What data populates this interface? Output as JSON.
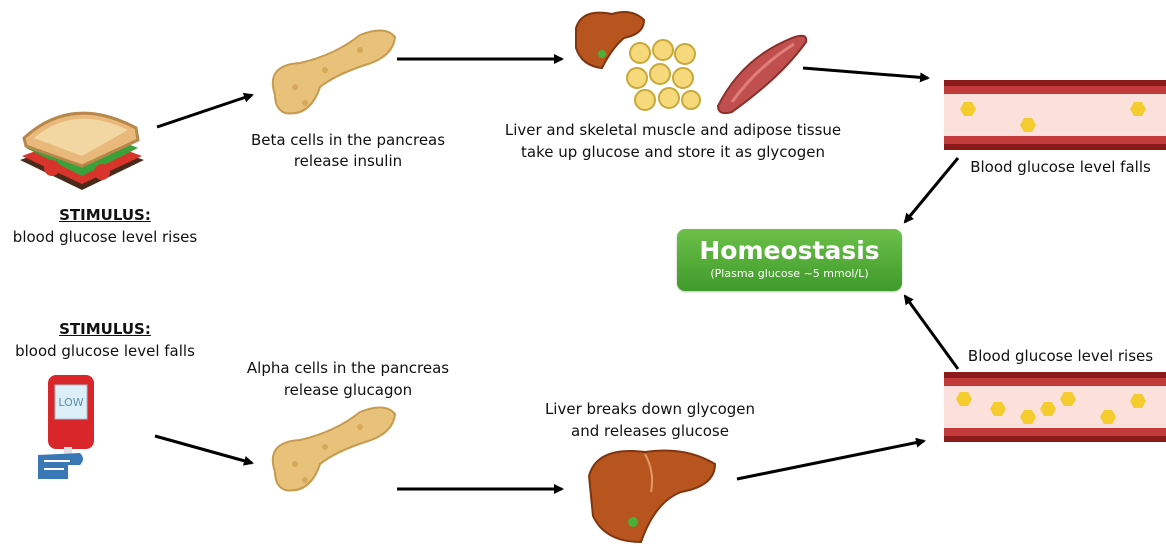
{
  "top_path": {
    "stimulus_heading": "STIMULUS:",
    "stimulus_text": "blood glucose level rises",
    "pancreas_line1": "Beta cells in the pancreas",
    "pancreas_line2": "release insulin",
    "tissue_line1": "Liver and skeletal muscle and adipose tissue",
    "tissue_line2": "take up glucose and store it as glycogen",
    "result": "Blood glucose level falls"
  },
  "bottom_path": {
    "stimulus_heading": "STIMULUS:",
    "stimulus_text": "blood glucose level falls",
    "meter_display": "LOW",
    "pancreas_line1": "Alpha cells in the pancreas",
    "pancreas_line2": "release glucagon",
    "liver_line1": "Liver breaks down glycogen",
    "liver_line2": "and releases glucose",
    "result": "Blood glucose level rises"
  },
  "center": {
    "title": "Homeostasis",
    "subtitle": "(Plasma glucose ~5 mmol/L)"
  },
  "colors": {
    "homeostasis_green": "#4caf36",
    "vessel_wall": "#8b1a1a",
    "vessel_lumen": "#fbe0dc",
    "glucose": "#f5cc2e",
    "pancreas": "#e8c27a",
    "liver": "#b8541e",
    "muscle": "#c0504d"
  },
  "icons": [
    "sandwich-icon",
    "glucose-meter-icon",
    "pancreas-icon",
    "liver-icon",
    "fat-cells-icon",
    "muscle-icon",
    "blood-vessel-icon"
  ]
}
